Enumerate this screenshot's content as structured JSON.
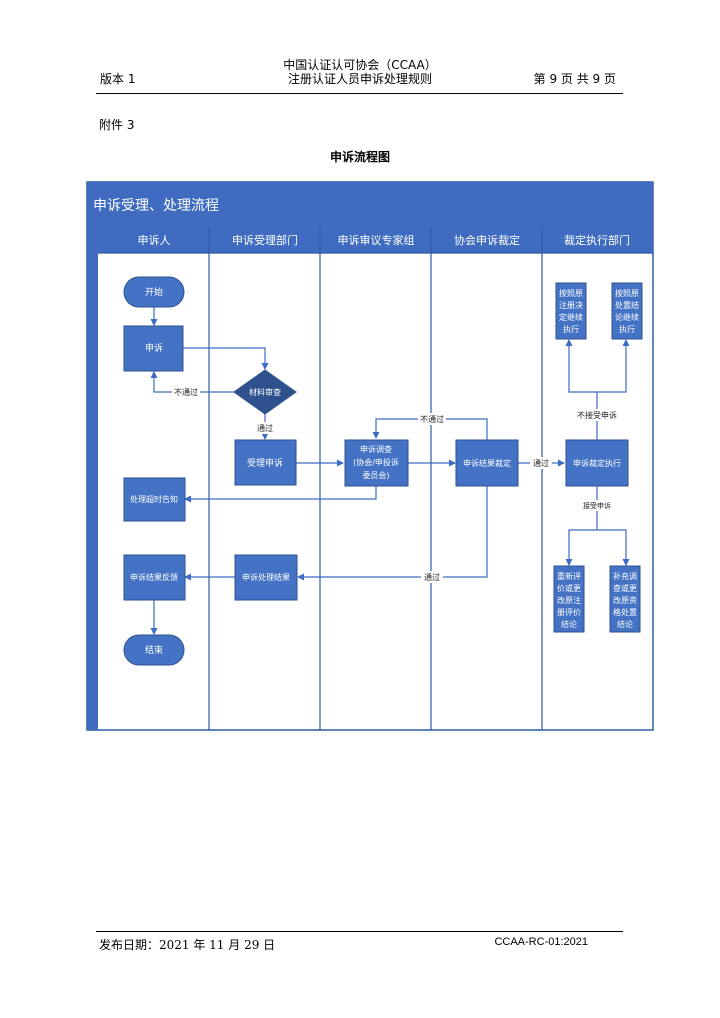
{
  "header": {
    "org": "中国认证认可协会（CCAA）",
    "version": "版本 1",
    "title": "注册认证人员申诉处理规则",
    "page": "第 9 页 共 9 页"
  },
  "attachment": "附件 3",
  "doc_title": "申诉流程图",
  "flowchart": {
    "title": "申诉受理、处理流程",
    "lanes": [
      "申诉人",
      "申诉受理部门",
      "申诉审议专家组",
      "协会申诉裁定",
      "裁定执行部门"
    ],
    "nodes": {
      "start": "开始",
      "appeal": "申诉",
      "review": "材料审查",
      "accept": "受理申诉",
      "investigate": [
        "申诉调查",
        "(协会/申投诉",
        "委员会)"
      ],
      "result_ruling": "申诉结果裁定",
      "exec_ruling": "申诉裁定执行",
      "timeout_notice": "处理超时告知",
      "feedback": "申诉结果反馈",
      "process_result": "申诉处理结果",
      "end": "结束",
      "continue_a": [
        "按照原",
        "注册决",
        "定继续",
        "执行"
      ],
      "continue_b": [
        "按照原",
        "处置结",
        "论继续",
        "执行"
      ],
      "reevaluate": [
        "重新评",
        "价或更",
        "改原注",
        "册评价",
        "结论"
      ],
      "supplement": [
        "补充调",
        "查或更",
        "改原资",
        "格处置",
        "结论"
      ]
    },
    "edge_labels": {
      "fail": "不通过",
      "pass1": "通过",
      "fail2": "不通过",
      "pass2": "通过",
      "pass3": "通过",
      "reject": "不接受申诉",
      "accept": "接受申诉"
    }
  },
  "footer": {
    "date": "发布日期：2021 年 11 月 29 日",
    "code": "CCAA-RC-01:2021"
  }
}
